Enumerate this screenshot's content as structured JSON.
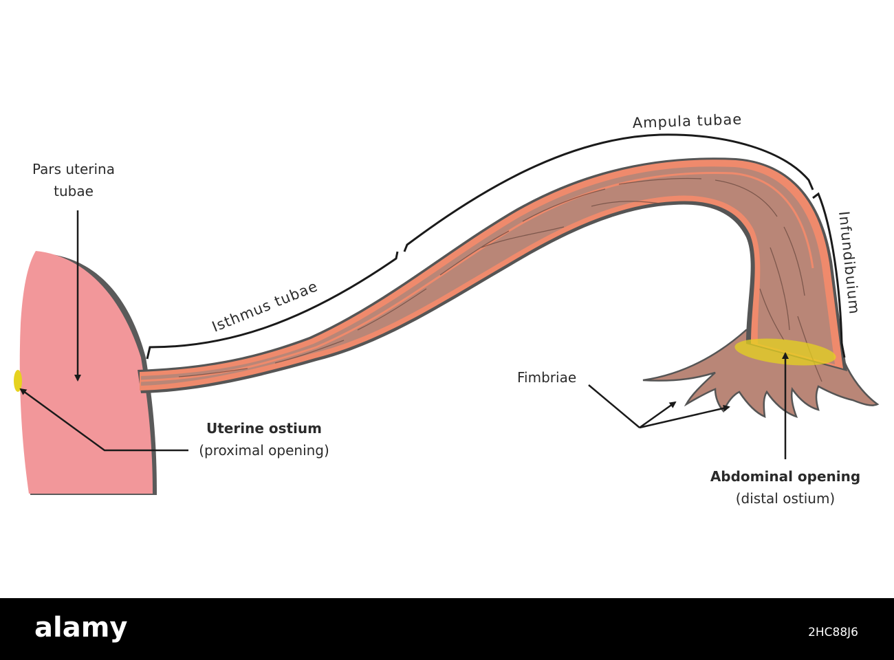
{
  "labels": {
    "pars_uterina_line1": "Pars uterina",
    "pars_uterina_line2": "tubae",
    "isthmus": "Isthmus tubae",
    "ampula": "Ampula tubae",
    "infundibulum": "Infundibuium",
    "fimbriae": "Fimbriae",
    "uterine_ostium": "Uterine ostium",
    "uterine_ostium_sub": "(proximal opening)",
    "abdominal_opening": "Abdominal opening",
    "abdominal_opening_sub": "(distal ostium)"
  },
  "watermark": {
    "logo": "alamy",
    "image_id": "2HC88J6"
  },
  "colors": {
    "uterus_fill": "#f2979a",
    "tube_fill": "#b98677",
    "tube_outer_edge": "#555555",
    "tube_lining": "#ef8a6c",
    "ostium_marker": "#e6d21f",
    "annotation_line": "#1a1a1a"
  }
}
